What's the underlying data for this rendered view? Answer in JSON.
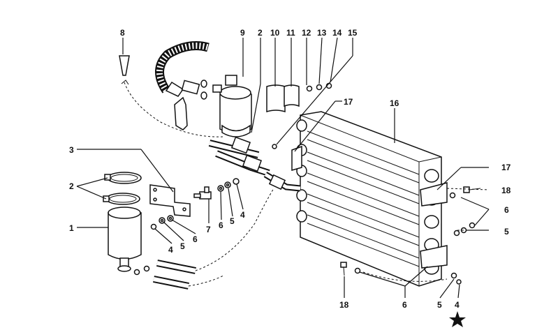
{
  "diagram": {
    "callouts": {
      "c1": "1",
      "c2": "2",
      "c3": "3",
      "c4a": "4",
      "c4b": "4",
      "c4c": "4",
      "c5a": "5",
      "c5b": "5",
      "c5c": "5",
      "c5d": "5",
      "c6a": "6",
      "c6b": "6",
      "c6c": "6",
      "c6d": "6",
      "c7": "7",
      "c8": "8",
      "c9": "9",
      "c2b": "2",
      "c10": "10",
      "c11": "11",
      "c12": "12",
      "c13": "13",
      "c14": "14",
      "c15": "15",
      "c16": "16",
      "c17a": "17",
      "c17b": "17",
      "c18a": "18",
      "c18b": "18"
    },
    "icons": [
      "star-icon"
    ]
  }
}
